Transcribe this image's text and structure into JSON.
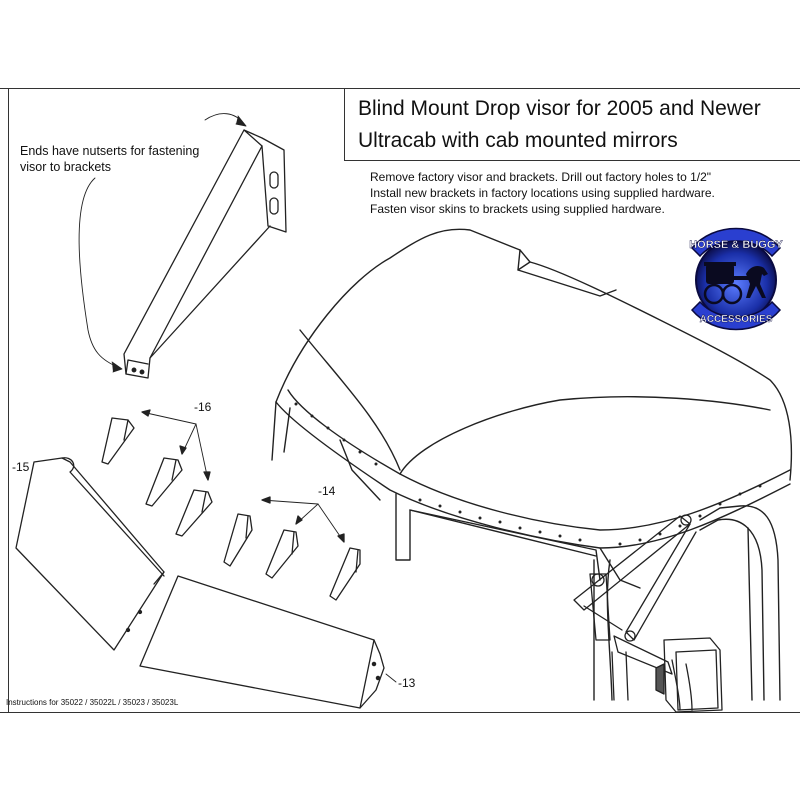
{
  "title": {
    "line1": "Blind Mount Drop visor for 2005 and Newer",
    "line2": "Ultracab with cab mounted mirrors"
  },
  "ends_note": {
    "line1": "Ends have nutserts for fastening",
    "line2": "visor to brackets"
  },
  "instructions": {
    "line1": "Remove factory visor and brackets.  Drill out factory holes to 1/2\"",
    "line2": "Install new brackets in factory locations using supplied hardware.",
    "line3": "Fasten visor skins to brackets using supplied hardware."
  },
  "callouts": {
    "part16": "-16",
    "part15": "-15",
    "part14": "-14",
    "part13": "-13"
  },
  "footer": "Instructions for 35022 / 35022L /  35023 / 35023L",
  "logo": {
    "top_text": "HORSE & BUGGY",
    "bottom_text": "ACCESSORIES",
    "colors": {
      "primary": "#1a2fa8",
      "light": "#5b7cff",
      "dark": "#0a0a40"
    }
  }
}
